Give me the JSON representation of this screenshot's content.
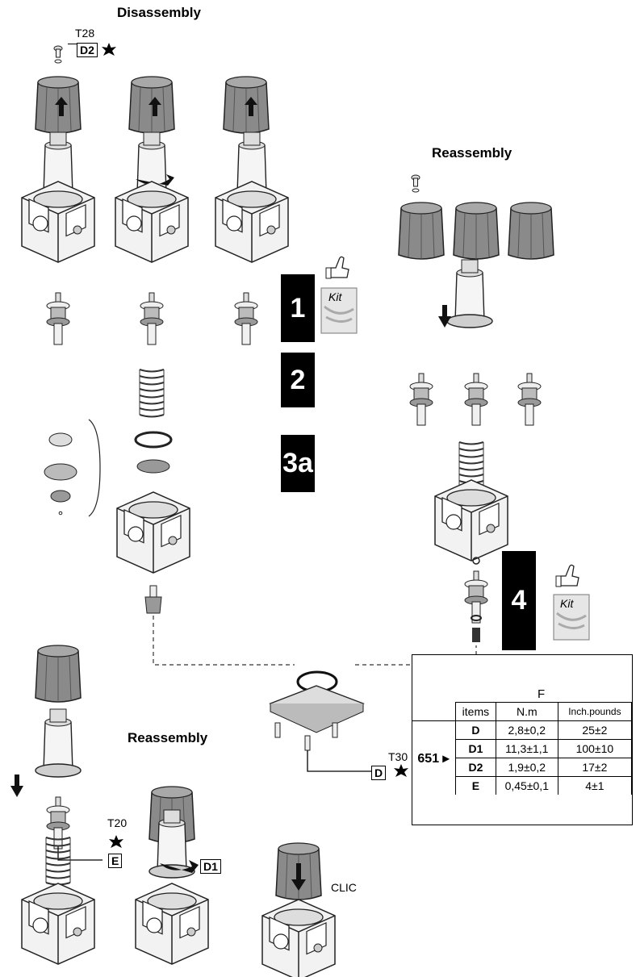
{
  "headings": {
    "disassembly": "Disassembly",
    "reassembly_top": "Reassembly",
    "reassembly_bottom": "Reassembly"
  },
  "labels": {
    "t28": "T28",
    "d2": "D2",
    "t30": "T30",
    "d": "D",
    "t20": "T20",
    "e": "E",
    "d1": "D1",
    "clic": "CLIC",
    "kit1": "Kit",
    "kit2": "Kit"
  },
  "steps": [
    "1",
    "2",
    "3a",
    "4"
  ],
  "torque_table": {
    "force_label": "F",
    "headers": [
      "items",
      "N.m",
      "Inch.pounds"
    ],
    "group_label": "651 ▸",
    "rows": [
      {
        "item": "D",
        "nm": "2,8±0,2",
        "inch": "25±2"
      },
      {
        "item": "D1",
        "nm": "11,3±1,1",
        "inch": "100±10"
      },
      {
        "item": "D2",
        "nm": "1,9±0,2",
        "inch": "17±2"
      },
      {
        "item": "E",
        "nm": "0,45±0,1",
        "inch": "4±1"
      }
    ]
  }
}
